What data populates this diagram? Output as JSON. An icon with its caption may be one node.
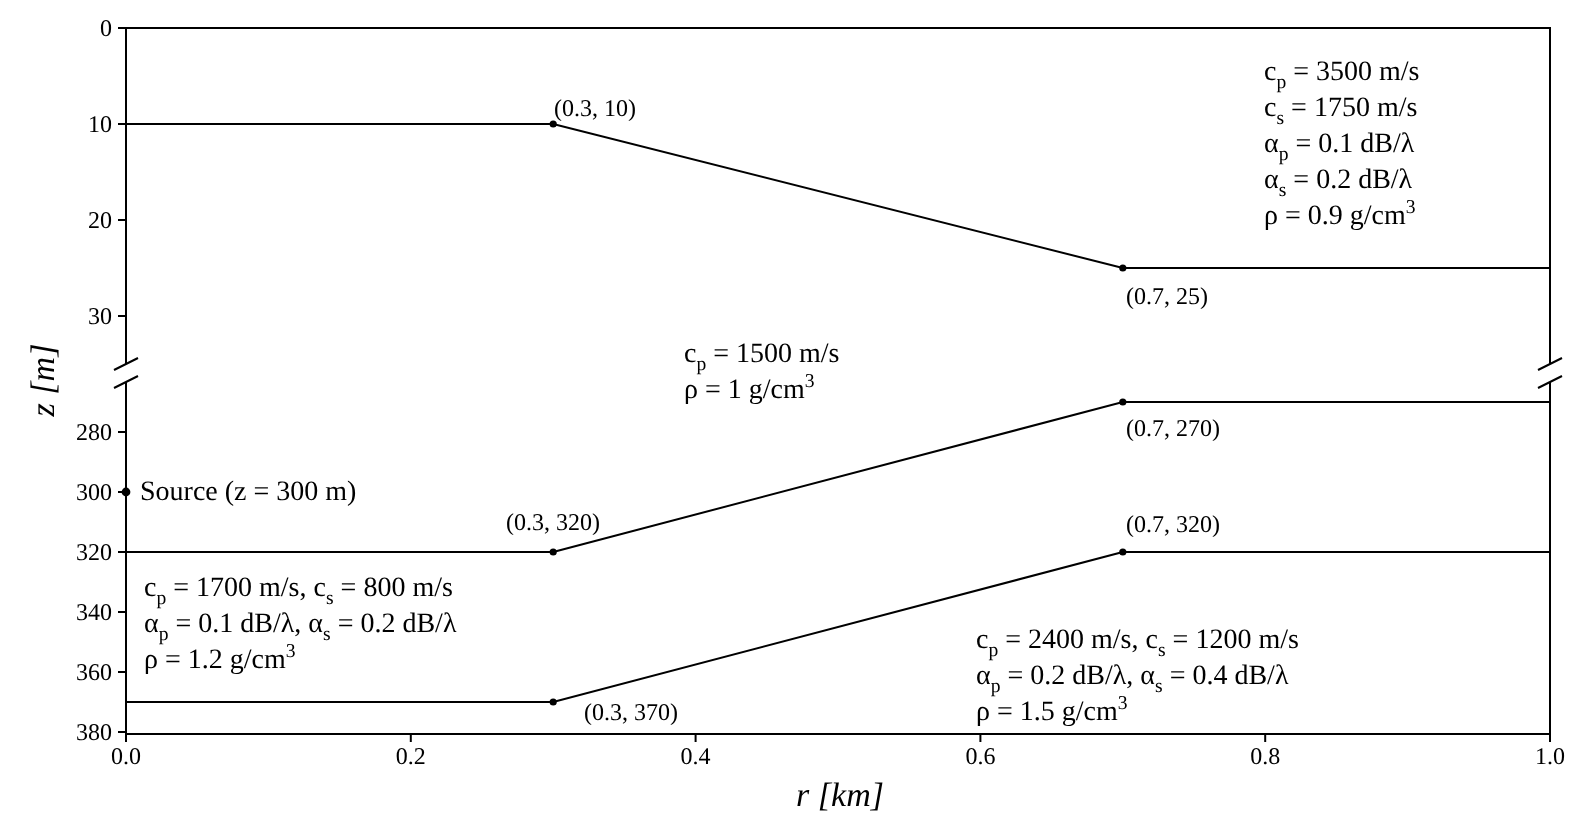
{
  "diagram": {
    "labels": [
      "c$_{p}$ = 3500 m/s",
      "c$_{s}$ = 1750 m/s",
      "α$_{p}$ = 0.1 dB/λ",
      "α$_{s}$ = 0.2 dB/λ",
      "ρ = 0.9 g/cm$^{3}$",
      "(0.3, 10)",
      "(0.7, 25)",
      "c$_{p}$ = 1500 m/s",
      "ρ = 1 g/cm$^{3}$",
      "(0.7, 270)",
      "Source (z = 300 m)",
      "(0.3, 320)",
      "(0.7, 320)",
      "c$_{p}$ = 1700 m/s, c$_{s}$ = 800 m/s",
      "α$_{p}$ = 0.1 dB/λ, α$_{s}$ = 0.2 dB/λ",
      "ρ = 1.2 g/cm$^{3}$",
      "c$_{p}$ = 2400 m/s, c$_{s}$ = 1200 m/s",
      "α$_{p}$ = 0.2 dB/λ, α$_{s}$ = 0.4 dB/λ",
      "(0.3, 370)",
      "ρ = 1.5 g/cm$^{3}$",
      "0",
      "10",
      "20",
      "30",
      "280",
      "300",
      "320",
      "340",
      "360",
      "380",
      "0.0",
      "0.2",
      "0.4",
      "0.6",
      "0.8",
      "1.0",
      "z [m]",
      "r [km]"
    ]
  }
}
